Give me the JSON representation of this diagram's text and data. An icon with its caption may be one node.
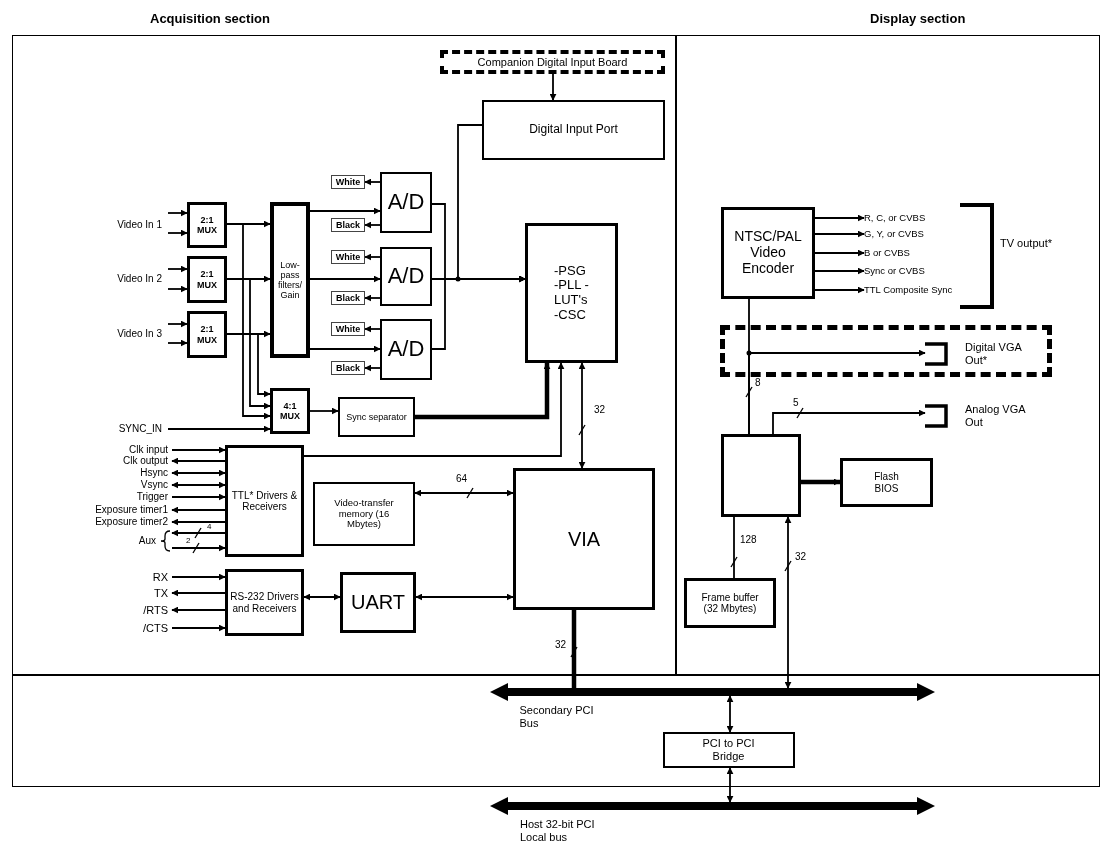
{
  "diagram": {
    "nodes": [
      {
        "text": [
          "Acquisition section"
        ]
      },
      {
        "text": [
          "Display section"
        ]
      },
      {
        "text": [],
        "shape": "box"
      },
      {
        "text": [
          "Companion Digital Input Board"
        ],
        "in": 0
      },
      {
        "text": [
          "Digital Input Port"
        ],
        "in": 0
      },
      {
        "text": [
          "Video In 1"
        ],
        "in": 0
      },
      {
        "text": [
          "Video In 2"
        ],
        "in": 0
      },
      {
        "text": [
          "Video In 3"
        ],
        "in": 0
      },
      {
        "text": [
          "2:1 MUX"
        ],
        "in": 0
      },
      {
        "text": [
          "2:1 MUX"
        ],
        "in": 0
      },
      {
        "text": [
          "2:1 MUX"
        ],
        "in": 0
      },
      {
        "text": [
          "Low-pass filters/ Gain"
        ],
        "in": 0
      },
      {
        "text": [
          "White"
        ],
        "in": 0
      },
      {
        "text": [
          "A/D"
        ],
        "in": 0
      },
      {
        "text": [
          "Black"
        ],
        "in": 0
      },
      {
        "text": [
          "White"
        ],
        "in": 0
      },
      {
        "text": [
          "A/D"
        ],
        "in": 0
      },
      {
        "text": [
          "Black"
        ],
        "in": 0
      },
      {
        "text": [
          "White"
        ],
        "in": 0
      },
      {
        "text": [
          "A/D"
        ],
        "in": 0
      },
      {
        "text": [
          "Black"
        ],
        "in": 0
      },
      {
        "text": [
          "-PSG -PLL -LUT's -CSC"
        ],
        "in": 0
      },
      {
        "text": [
          "SYNC_IN"
        ],
        "in": 0
      },
      {
        "text": [
          "4:1 MUX"
        ],
        "in": 0
      },
      {
        "text": [
          "Sync separator"
        ],
        "in": 0
      },
      {
        "text": [
          "Clk input"
        ],
        "in": 0
      },
      {
        "text": [
          "Clk output"
        ],
        "in": 0
      },
      {
        "text": [
          "Hsync"
        ],
        "in": 0
      },
      {
        "text": [
          "Vsync"
        ],
        "in": 0
      },
      {
        "text": [
          "Trigger"
        ],
        "in": 0
      },
      {
        "text": [
          "Exposure timer1"
        ],
        "in": 0
      },
      {
        "text": [
          "Exposure timer2"
        ],
        "in": 0
      },
      {
        "text": [
          "Aux"
        ],
        "in": 0
      },
      {
        "text": [
          "TTL* Drivers & Receivers"
        ],
        "in": 0
      },
      {
        "text": [
          "Video-transfer memory (16 Mbytes)"
        ],
        "in": 0
      },
      {
        "text": [
          "VIA"
        ],
        "in": 0
      },
      {
        "text": [
          "RX"
        ],
        "in": 0
      },
      {
        "text": [
          "TX"
        ],
        "in": 0
      },
      {
        "text": [
          "/RTS"
        ],
        "in": 0
      },
      {
        "text": [
          "/CTS"
        ],
        "in": 0
      },
      {
        "text": [
          "RS-232 Drivers and Receivers"
        ],
        "in": 0
      },
      {
        "text": [
          "UART"
        ],
        "in": 0
      },
      {
        "text": [
          "NTSC/PAL Video Encoder"
        ],
        "in": 1
      },
      {
        "text": [
          "R, C, or CVBS"
        ],
        "in": 1
      },
      {
        "text": [
          "G, Y, or CVBS"
        ],
        "in": 1
      },
      {
        "text": [
          "B or CVBS"
        ],
        "in": 1
      },
      {
        "text": [
          "Sync or CVBS"
        ],
        "in": 1
      },
      {
        "text": [
          "TTL Composite Sync"
        ],
        "in": 1
      },
      {
        "text": [],
        "shape": "box",
        "in": 1
      },
      {
        "text": [
          "Digital VGA Out*"
        ],
        "in": 48
      },
      {
        "text": [
          "Analog VGA Out"
        ],
        "in": 1
      },
      {
        "text": [],
        "shape": "box",
        "in": 1
      },
      {
        "text": [
          "Flash BIOS"
        ],
        "in": 1
      },
      {
        "text": [
          "Frame buffer (32 Mbytes)"
        ],
        "in": 1
      },
      {
        "text": [],
        "shape": "bar",
        "in": 2,
        "beside": [
          "Secondary PCI Bus"
        ]
      },
      {
        "text": [
          "PCI to PCI Bridge"
        ],
        "in": 2
      },
      {
        "text": [],
        "shape": "bar",
        "beside": [
          "Host 32-bit PCI Local bus"
        ]
      }
    ],
    "edges": [
      {
        "from": 3,
        "to": 4,
        "arrow": "to"
      },
      {
        "from": 4,
        "to": 21,
        "arrow": "to"
      },
      {
        "from": 5,
        "to": 8,
        "arrow": "to"
      },
      {
        "from": 5,
        "to": 8,
        "arrow": "to"
      },
      {
        "from": 6,
        "to": 9,
        "arrow": "to"
      },
      {
        "from": 6,
        "to": 9,
        "arrow": "to"
      },
      {
        "from": 7,
        "to": 10,
        "arrow": "to"
      },
      {
        "from": 7,
        "to": 10,
        "arrow": "to"
      },
      {
        "from": 8,
        "to": 11,
        "arrow": "to"
      },
      {
        "from": 9,
        "to": 11,
        "arrow": "to"
      },
      {
        "from": 10,
        "to": 11,
        "arrow": "to"
      },
      {
        "from": 8,
        "to": 23,
        "arrow": "to"
      },
      {
        "from": 9,
        "to": 23,
        "arrow": "to"
      },
      {
        "from": 10,
        "to": 23,
        "arrow": "to"
      },
      {
        "from": 22,
        "to": 23,
        "arrow": "to"
      },
      {
        "from": 11,
        "to": 13,
        "arrow": "to"
      },
      {
        "from": 11,
        "to": 16,
        "arrow": "to"
      },
      {
        "from": 11,
        "to": 19,
        "arrow": "to"
      },
      {
        "from": 13,
        "to": 12,
        "arrow": "to"
      },
      {
        "from": 13,
        "to": 14,
        "arrow": "to"
      },
      {
        "from": 16,
        "to": 15,
        "arrow": "to"
      },
      {
        "from": 16,
        "to": 17,
        "arrow": "to"
      },
      {
        "from": 19,
        "to": 18,
        "arrow": "to"
      },
      {
        "from": 19,
        "to": 20,
        "arrow": "to"
      },
      {
        "from": 13,
        "to": 21,
        "arrow": "to"
      },
      {
        "from": 16,
        "to": 21,
        "arrow": "to"
      },
      {
        "from": 19,
        "to": 21,
        "arrow": "to"
      },
      {
        "from": 23,
        "to": 24,
        "arrow": "to"
      },
      {
        "from": 24,
        "to": 21,
        "arrow": "to",
        "style": "thick"
      },
      {
        "from": 25,
        "to": 33,
        "arrow": "to"
      },
      {
        "from": 33,
        "to": 26,
        "arrow": "to"
      },
      {
        "from": 27,
        "to": 33,
        "arrow": "both"
      },
      {
        "from": 28,
        "to": 33,
        "arrow": "both"
      },
      {
        "from": 29,
        "to": 33,
        "arrow": "to"
      },
      {
        "from": 33,
        "to": 30,
        "arrow": "to"
      },
      {
        "from": 33,
        "to": 31,
        "arrow": "to"
      },
      {
        "from": 33,
        "to": 32,
        "arrow": "to",
        "label": "4"
      },
      {
        "from": 32,
        "to": 33,
        "arrow": "to",
        "label": "2"
      },
      {
        "from": 33,
        "to": 21,
        "arrow": "to"
      },
      {
        "from": 21,
        "to": 35,
        "arrow": "both",
        "label": "32"
      },
      {
        "from": 34,
        "to": 35,
        "arrow": "both",
        "label": "64"
      },
      {
        "from": 36,
        "to": 40,
        "arrow": "to"
      },
      {
        "from": 40,
        "to": 37,
        "arrow": "to"
      },
      {
        "from": 40,
        "to": 38,
        "arrow": "to"
      },
      {
        "from": 39,
        "to": 40,
        "arrow": "to"
      },
      {
        "from": 40,
        "to": 41,
        "arrow": "both"
      },
      {
        "from": 41,
        "to": 35,
        "arrow": "both"
      },
      {
        "from": 35,
        "to": 54,
        "arrow": "none",
        "style": "thick",
        "label": "32"
      },
      {
        "from": 42,
        "to": 43,
        "arrow": "to"
      },
      {
        "from": 42,
        "to": 44,
        "arrow": "to"
      },
      {
        "from": 42,
        "to": 45,
        "arrow": "to"
      },
      {
        "from": 42,
        "to": 46,
        "arrow": "to"
      },
      {
        "from": 42,
        "to": 47,
        "arrow": "to"
      },
      {
        "from": 51,
        "to": 42,
        "arrow": "none",
        "label": "8"
      },
      {
        "from": 51,
        "to": 49,
        "arrow": "to"
      },
      {
        "from": 51,
        "to": 50,
        "arrow": "to",
        "label": "5"
      },
      {
        "from": 51,
        "to": 52,
        "arrow": "to",
        "style": "thick"
      },
      {
        "from": 51,
        "to": 53,
        "arrow": "none",
        "label": "128"
      },
      {
        "from": 51,
        "to": 54,
        "arrow": "both",
        "label": "32"
      },
      {
        "from": 54,
        "to": 55,
        "arrow": "both"
      },
      {
        "from": 55,
        "to": 56,
        "arrow": "both"
      }
    ],
    "labels": [
      "TV output*"
    ]
  }
}
